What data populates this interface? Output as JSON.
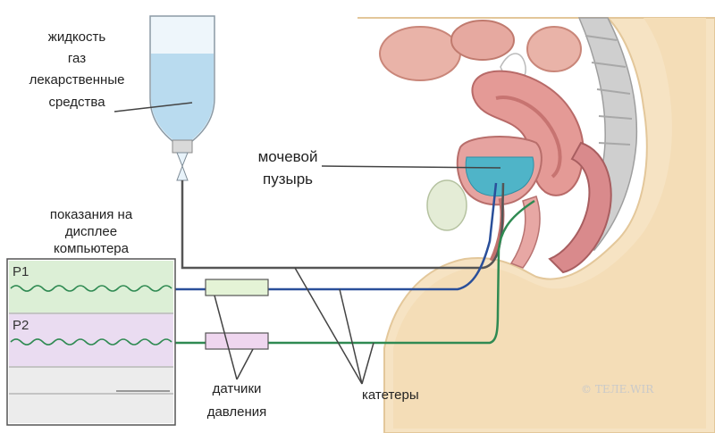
{
  "labels": {
    "infusion": [
      "жидкость",
      "газ",
      "лекарственные",
      "средства"
    ],
    "bladder": [
      "мочевой",
      "пузырь"
    ],
    "display": [
      "показания на",
      "дисплее",
      "компьютера"
    ],
    "sensors": [
      "датчики",
      "давления"
    ],
    "catheters": "катетеры"
  },
  "display": {
    "channels": [
      {
        "name": "P1",
        "color": "#dcefd6"
      },
      {
        "name": "P2",
        "color": "#eadcf1"
      }
    ]
  },
  "watermark": "© ТЕЛЕ.WIR",
  "colors": {
    "catheter_blue": "#2a4f9a",
    "catheter_green": "#2f8a52",
    "catheter_gray": "#555555",
    "skin": "#f4ddb7",
    "muscle": "#d98a8c",
    "bladder_fluid": "#4fb4c8"
  }
}
